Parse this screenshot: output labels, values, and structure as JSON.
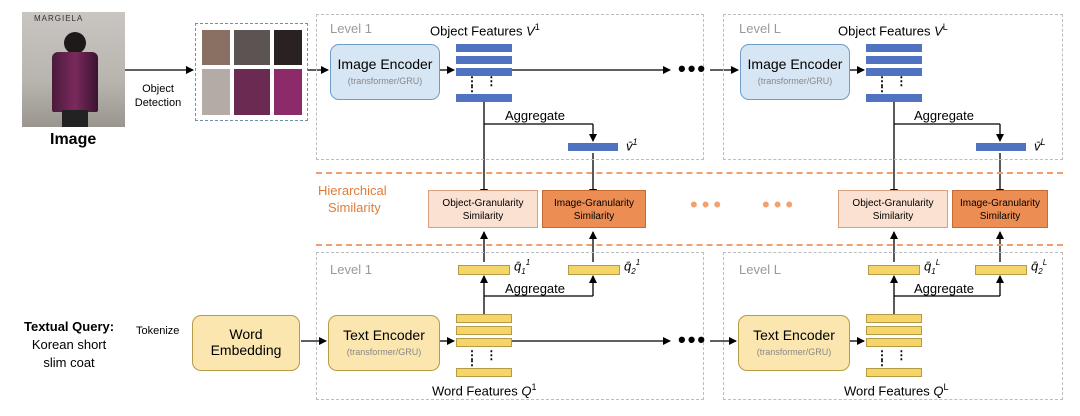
{
  "image_label": "Image",
  "photo_brand": "MARGIELA",
  "object_detection": [
    "Object",
    "Detection"
  ],
  "tokenize": "Tokenize",
  "textual_query": {
    "title": "Textual Query:",
    "lines": [
      "Korean short",
      "slim coat"
    ]
  },
  "word_embedding": [
    "Word",
    "Embedding"
  ],
  "image_encoder": {
    "main": "Image Encoder",
    "sub": "(transformer/GRU)"
  },
  "text_encoder": {
    "main": "Text Encoder",
    "sub": "(transformer/GRU)"
  },
  "level_1": "Level 1",
  "level_L": "Level L",
  "object_features_1": {
    "text": "Object Features ",
    "sym": "V",
    "sup": "1"
  },
  "object_features_L": {
    "text": "Object Features ",
    "sym": "V",
    "sup": "L"
  },
  "word_features_1": {
    "text": "Word Features ",
    "sym": "Q",
    "sup": "1"
  },
  "word_features_L": {
    "text": "Word Features ",
    "sym": "Q",
    "sup": "L"
  },
  "aggregate": "Aggregate",
  "v_bar_1": {
    "sym": "v̄",
    "sup": "1"
  },
  "v_bar_L": {
    "sym": "v̄",
    "sup": "L"
  },
  "q1_1": {
    "sym": "q̄",
    "sub": "1",
    "sup": "1"
  },
  "q2_1": {
    "sym": "q̄",
    "sub": "2",
    "sup": "1"
  },
  "q1_L": {
    "sym": "q̄",
    "sub": "1",
    "sup": "L"
  },
  "q2_L": {
    "sym": "q̄",
    "sub": "2",
    "sup": "L"
  },
  "hierarchical_similarity": [
    "Hierarchical",
    "Similarity"
  ],
  "object_granularity": [
    "Object-Granularity",
    "Similarity"
  ],
  "image_granularity": [
    "Image-Granularity",
    "Similarity"
  ],
  "colors": {
    "blue_bar": "#4f73c0",
    "yellow_bar": "#f5d468",
    "orange": "#ec8d54",
    "light_orange": "#fbe1d2",
    "encoder_blue": "#d7e6f4"
  }
}
